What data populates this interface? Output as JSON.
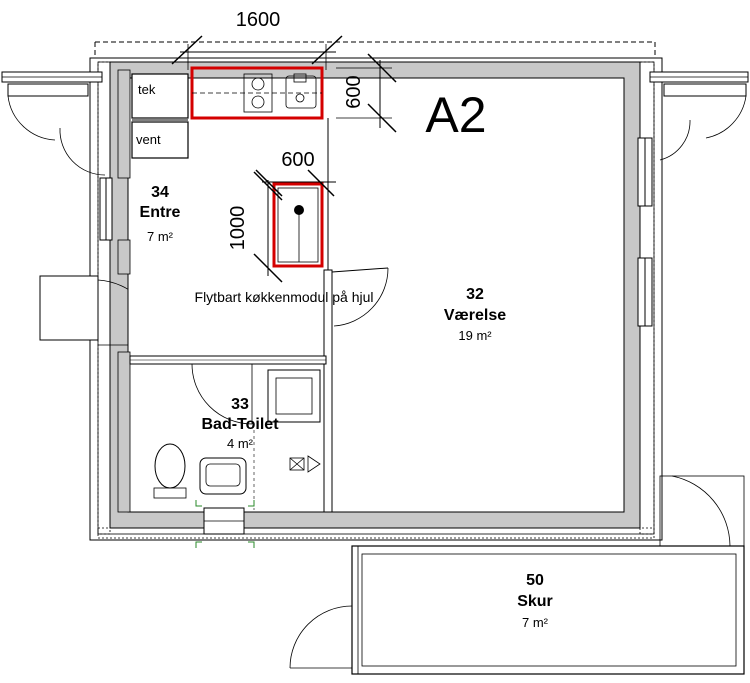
{
  "plan_label": "A2",
  "dimensions": {
    "width_top": "1600",
    "depth_top": "600",
    "module_width": "600",
    "module_depth": "1000"
  },
  "note": "Flytbart køkkenmodul på hjul",
  "small_labels": {
    "tek": "tek",
    "vent": "vent"
  },
  "rooms": [
    {
      "number": "34",
      "name": "Entre",
      "area": "7 m²"
    },
    {
      "number": "32",
      "name": "Værelse",
      "area": "19 m²"
    },
    {
      "number": "33",
      "name": "Bad-Toilet",
      "area": "4 m²"
    },
    {
      "number": "50",
      "name": "Skur",
      "area": "7 m²"
    }
  ],
  "colors": {
    "wall": "#c8c8c8",
    "line": "#000000",
    "highlight": "#d40000",
    "fixture_green": "#2a8a2a"
  }
}
